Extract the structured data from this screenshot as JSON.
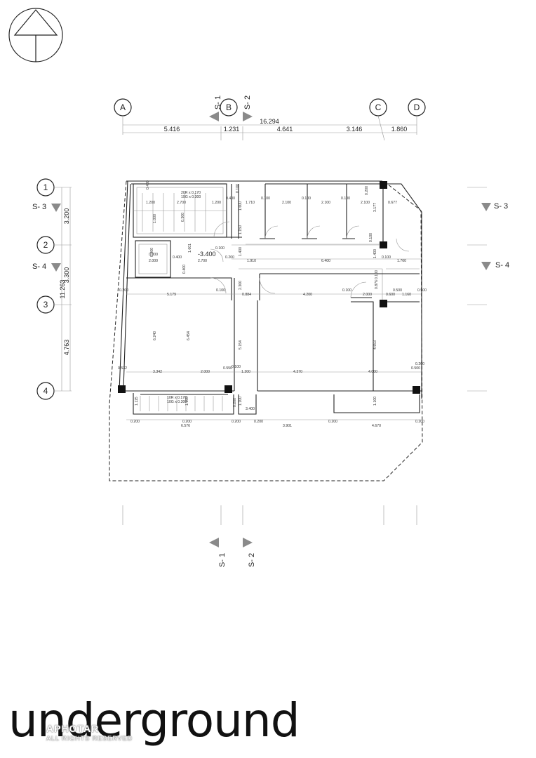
{
  "grid": {
    "cols": [
      "A",
      "B",
      "C",
      "D"
    ],
    "rows": [
      "1",
      "2",
      "3",
      "4"
    ]
  },
  "sections": {
    "s1": "S- 1",
    "s2": "S- 2",
    "s3": "S- 3",
    "s4": "S- 4"
  },
  "top_dims": {
    "total": "16.294",
    "parts": [
      "5.416",
      "1.231",
      "4.641",
      "3.146",
      "1.860"
    ]
  },
  "left_dims": {
    "total": "11.263",
    "parts": [
      "3.200",
      "3.300",
      "4.763"
    ]
  },
  "level": "-3.400",
  "stair_note_top": "20R x 0.170\n19G x 0.300",
  "stair_note_bottom": "10R x 0.170\n10G x 0.300",
  "dims": {
    "d01": "1.200",
    "d02": "2.700",
    "d03": "1.200",
    "d04": "0.400",
    "d05": "1.710",
    "d06": "0.100",
    "d07": "2.100",
    "d08": "0.100",
    "d09": "2.100",
    "d10": "0.100",
    "d11": "2.100",
    "d12": "0.677",
    "d13": "3.177",
    "d14": "1.600",
    "d15": "1.150",
    "d16": "0.100",
    "d17": "0.200",
    "d18": "2.700",
    "d19": "1.910",
    "d20": "6.400",
    "d21": "1.400",
    "d22": "0.100",
    "d23": "1.760",
    "d24": "0.800",
    "d25": "2.000",
    "d26": "0.400",
    "d27": "0.400",
    "d28": "0.400",
    "d29": "0.200",
    "d30": "5.179",
    "d31": "0.100",
    "d32": "0.884",
    "d33": "4.200",
    "d34": "0.100",
    "d35": "0.600",
    "d36": "1.160",
    "d37": "2.000",
    "d38": "0.500",
    "d39": "6.240",
    "d40": "6.454",
    "d41": "5.154",
    "d42": "4.653",
    "d43": "0.532",
    "d44": "3.342",
    "d45": "2.000",
    "d46": "0.550",
    "d47": "1.200",
    "d48": "4.370",
    "d49": "4.000",
    "d50": "0.500",
    "d51": "0.200",
    "d52": "0.200",
    "d53": "6.576",
    "d54": "3.901",
    "d55": "4.670",
    "d56": "0.200",
    "d57": "0.200",
    "d58": "0.200",
    "d59": "0.200",
    "d60": "0.200",
    "d61": "3.400",
    "d62": "1.100",
    "d63": "1.115",
    "d64": "1.150",
    "d65": "1.100",
    "d66": "0.300",
    "d67": "2.300",
    "d68": "0.100",
    "d69": "1.400",
    "d70": "0.200",
    "d71": "0.100",
    "d72": "0.400",
    "d73": "0.100",
    "d74": "0.200",
    "d75": "0.876",
    "d76": "0.500",
    "d77": "0.100",
    "d78": "1.601",
    "d79": "1.000"
  },
  "title": "underground",
  "watermark": {
    "name": "APHOTAR",
    "sub": "ALL RIGHTS RESERVED"
  },
  "colors": {
    "ink": "#222222",
    "dim": "#555555",
    "arrow": "#8a8a8a"
  }
}
